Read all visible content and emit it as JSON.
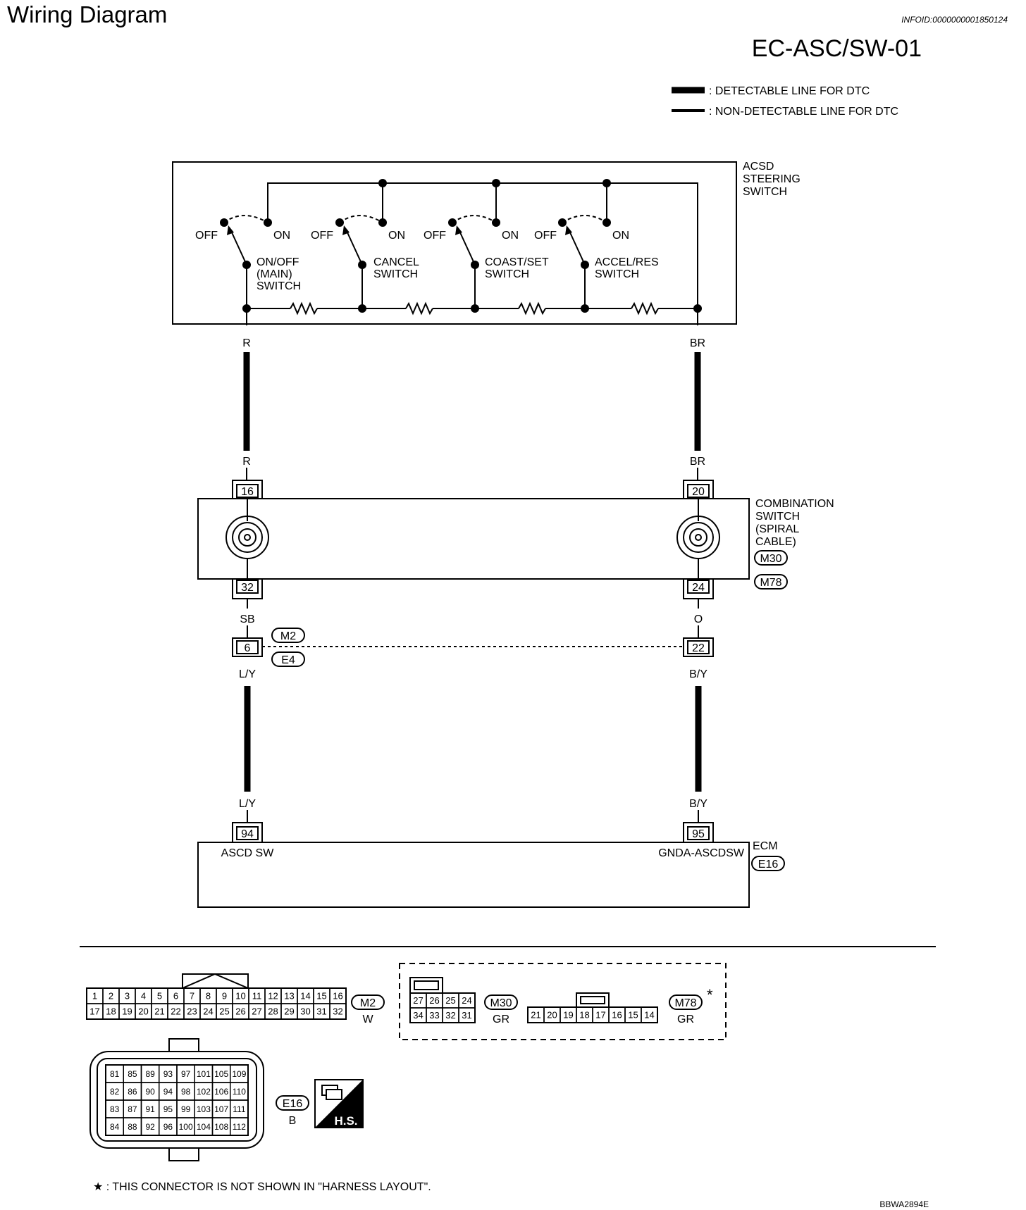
{
  "header": {
    "title": "Wiring Diagram",
    "info_id": "INFOID:0000000001850124",
    "code": "EC-ASC/SW-01"
  },
  "legend": {
    "detectable": ": DETECTABLE LINE FOR DTC",
    "non_detectable": ": NON-DETECTABLE LINE FOR DTC"
  },
  "steering_switch": {
    "title_lines": [
      "ACSD",
      "STEERING",
      "SWITCH"
    ],
    "switches": [
      {
        "off": "OFF",
        "on": "ON",
        "name_lines": [
          "ON/OFF",
          "(MAIN)",
          "SWITCH"
        ]
      },
      {
        "off": "OFF",
        "on": "ON",
        "name_lines": [
          "CANCEL",
          "SWITCH"
        ]
      },
      {
        "off": "OFF",
        "on": "ON",
        "name_lines": [
          "COAST/SET",
          "SWITCH"
        ]
      },
      {
        "off": "OFF",
        "on": "ON",
        "name_lines": [
          "ACCEL/RES",
          "SWITCH"
        ]
      }
    ]
  },
  "wires": {
    "left_top": "R",
    "left_top2": "R",
    "right_top": "BR",
    "right_top2": "BR",
    "left_mid": "SB",
    "right_mid": "O",
    "left_low": "L/Y",
    "left_low2": "L/Y",
    "right_low": "B/Y",
    "right_low2": "B/Y"
  },
  "combination_switch": {
    "title_lines": [
      "COMBINATION",
      "SWITCH",
      "(SPIRAL",
      "CABLE)"
    ],
    "connectors": [
      "M30",
      "M78"
    ],
    "pins": {
      "left_top": "16",
      "right_top": "20",
      "left_bottom": "32",
      "right_bottom": "24"
    }
  },
  "joint_connector": {
    "connectors": [
      "M2",
      "E4"
    ],
    "pins": {
      "left": "6",
      "right": "22"
    }
  },
  "ecm": {
    "title": "ECM",
    "connector": "E16",
    "pins": {
      "left": "94",
      "right": "95"
    },
    "left_label": "ASCD SW",
    "right_label": "GNDA-ASCDSW"
  },
  "connector_views": {
    "m2": {
      "id": "M2",
      "color": "W",
      "row1": [
        "1",
        "2",
        "3",
        "4",
        "5",
        "6",
        "7",
        "8",
        "9",
        "10",
        "11",
        "12",
        "13",
        "14",
        "15",
        "16"
      ],
      "row2": [
        "17",
        "18",
        "19",
        "20",
        "21",
        "22",
        "23",
        "24",
        "25",
        "26",
        "27",
        "28",
        "29",
        "30",
        "31",
        "32"
      ]
    },
    "m30": {
      "id": "M30",
      "color": "GR",
      "row1": [
        "27",
        "26",
        "25",
        "24"
      ],
      "row2": [
        "34",
        "33",
        "32",
        "31"
      ]
    },
    "m78": {
      "id": "M78",
      "color": "GR",
      "row1": [
        "21",
        "20",
        "19",
        "18",
        "17",
        "16",
        "15",
        "14"
      ],
      "asterisk": "*"
    },
    "e16": {
      "id": "E16",
      "color": "B",
      "rows": [
        [
          "81",
          "85",
          "89",
          "93",
          "97",
          "101",
          "105",
          "109"
        ],
        [
          "82",
          "86",
          "90",
          "94",
          "98",
          "102",
          "106",
          "110"
        ],
        [
          "83",
          "87",
          "91",
          "95",
          "99",
          "103",
          "107",
          "111"
        ],
        [
          "84",
          "88",
          "92",
          "96",
          "100",
          "104",
          "108",
          "112"
        ]
      ]
    },
    "hs_label": "H.S."
  },
  "footnote": "★ : THIS CONNECTOR IS NOT SHOWN IN \"HARNESS LAYOUT\".",
  "figure_code": "BBWA2894E"
}
